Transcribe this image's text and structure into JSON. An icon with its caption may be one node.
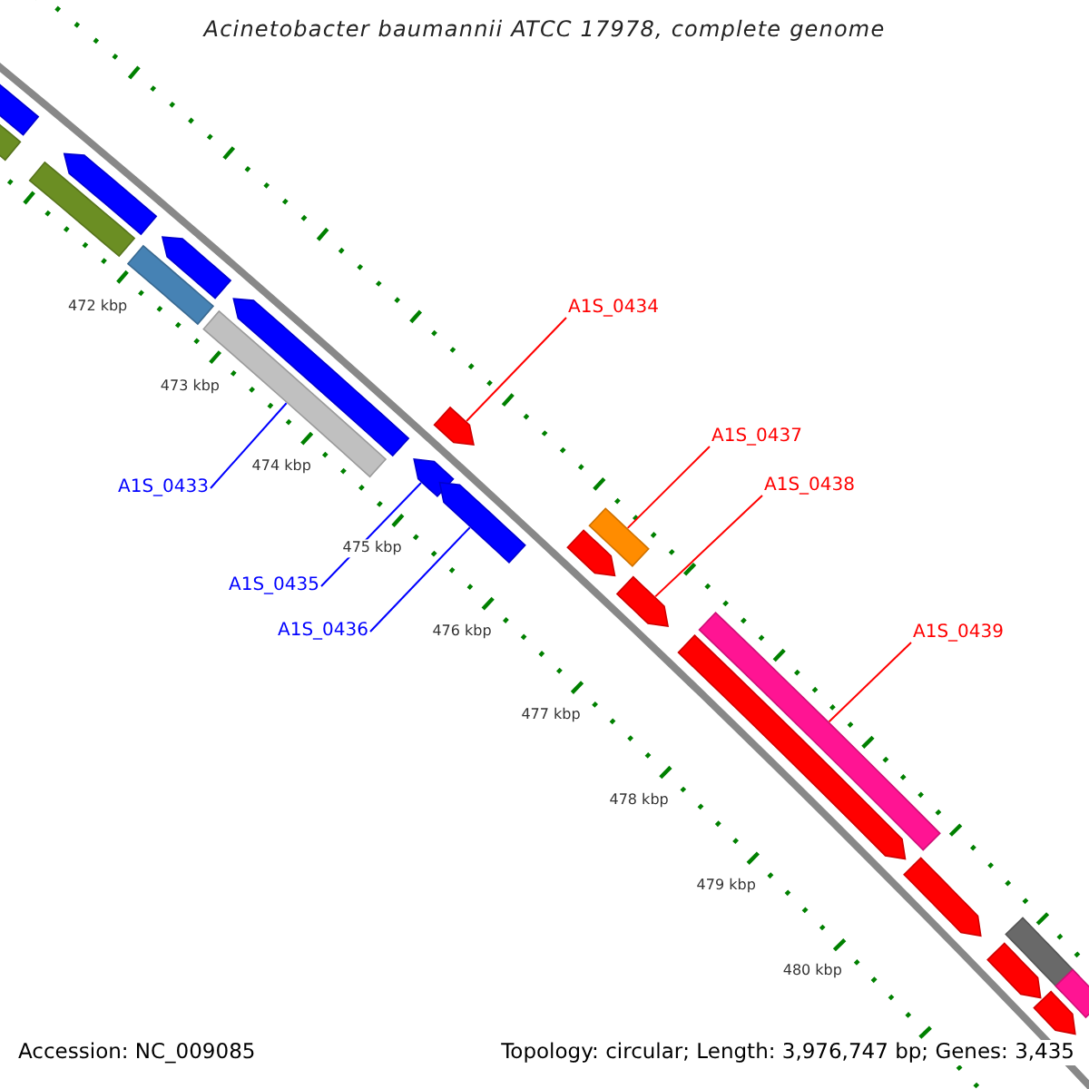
{
  "diagram": {
    "title": "Acinetobacter baumannii ATCC 17978, complete genome",
    "nodes": [
      {
        "text": [
          "A1S_0434"
        ]
      },
      {
        "text": [
          "A1S_0437"
        ]
      },
      {
        "text": [
          "A1S_0433"
        ]
      },
      {
        "text": [
          "A1S_0438"
        ]
      },
      {
        "text": [
          "A1S_0435"
        ]
      },
      {
        "text": [
          "A1S_0436"
        ]
      },
      {
        "text": [
          "A1S_0439"
        ]
      },
      {
        "text": [],
        "shape": "arrow"
      },
      {
        "text": [],
        "shape": "bar"
      },
      {
        "text": [],
        "shape": "arrow"
      },
      {
        "text": [],
        "shape": "bar"
      },
      {
        "text": [],
        "shape": "arrow"
      },
      {
        "text": [],
        "shape": "bar"
      },
      {
        "text": [],
        "shape": "arrow"
      },
      {
        "text": [],
        "shape": "bar"
      },
      {
        "text": [],
        "shape": "arrow"
      },
      {
        "text": [],
        "shape": "arrow"
      },
      {
        "text": [],
        "shape": "arrow"
      },
      {
        "text": [],
        "shape": "bar"
      },
      {
        "text": [],
        "shape": "arrow"
      },
      {
        "text": [],
        "shape": "arrow"
      },
      {
        "text": [],
        "shape": "bar"
      },
      {
        "text": [],
        "shape": "arrow"
      },
      {
        "text": [],
        "shape": "arrow"
      },
      {
        "text": [],
        "shape": "bar"
      },
      {
        "text": [],
        "shape": "arrow"
      },
      {
        "text": [],
        "shape": "bar"
      },
      {
        "text": [],
        "shape": "arrow"
      }
    ],
    "edges": [
      {
        "from": 0,
        "to": 15,
        "arrow": "none"
      },
      {
        "from": 1,
        "to": 18,
        "arrow": "none"
      },
      {
        "from": 2,
        "to": 14,
        "arrow": "none",
        "color": "#0000ff"
      },
      {
        "from": 3,
        "to": 20,
        "arrow": "none"
      },
      {
        "from": 4,
        "to": 16,
        "arrow": "none",
        "color": "#0000ff"
      },
      {
        "from": 5,
        "to": 17,
        "arrow": "none",
        "color": "#0000ff"
      },
      {
        "from": 6,
        "to": 21,
        "arrow": "none"
      }
    ],
    "labels": [
      "472 kbp",
      "473 kbp",
      "474 kbp",
      "475 kbp",
      "476 kbp",
      "477 kbp",
      "478 kbp",
      "479 kbp",
      "480 kbp",
      "Accession: NC_009085",
      "Topology: circular; Length: 3,976,747 bp; Genes: 3,435"
    ]
  }
}
